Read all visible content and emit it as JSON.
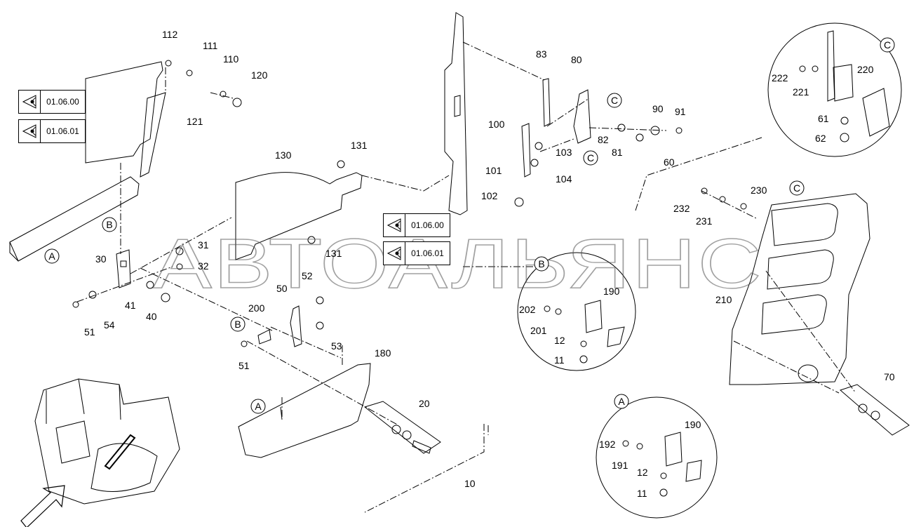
{
  "watermark": "АВТОАЛЬЯНС",
  "references": [
    {
      "id": "ref1",
      "text": "01.06.00"
    },
    {
      "id": "ref2",
      "text": "01.06.01"
    },
    {
      "id": "ref3",
      "text": "01.06.00"
    },
    {
      "id": "ref4",
      "text": "01.06.01"
    }
  ],
  "view_markers": {
    "a": "A",
    "b": "B",
    "c": "C"
  },
  "part_numbers": {
    "n10": "10",
    "n11a": "11",
    "n11b": "11",
    "n12a": "12",
    "n12b": "12",
    "n20": "20",
    "n30": "30",
    "n31": "31",
    "n32": "32",
    "n40": "40",
    "n41": "41",
    "n50": "50",
    "n51a": "51",
    "n51b": "51",
    "n52": "52",
    "n53": "53",
    "n54": "54",
    "n60": "60",
    "n61": "61",
    "n62": "62",
    "n70": "70",
    "n80": "80",
    "n81": "81",
    "n82": "82",
    "n83": "83",
    "n90": "90",
    "n91": "91",
    "n100": "100",
    "n101": "101",
    "n102": "102",
    "n103": "103",
    "n104": "104",
    "n110": "110",
    "n111": "111",
    "n112": "112",
    "n120": "120",
    "n121": "121",
    "n130": "130",
    "n131a": "131",
    "n131b": "131",
    "n180": "180",
    "n190a": "190",
    "n190b": "190",
    "n191": "191",
    "n192": "192",
    "n200": "200",
    "n201": "201",
    "n202": "202",
    "n210": "210",
    "n220": "220",
    "n221": "221",
    "n222": "222",
    "n230": "230",
    "n231": "231",
    "n232": "232"
  }
}
